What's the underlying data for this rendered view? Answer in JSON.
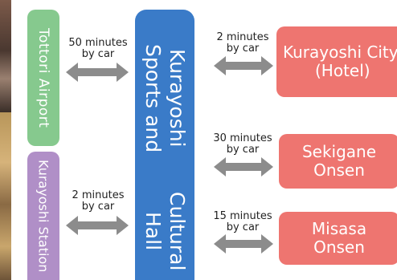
{
  "left_nodes": {
    "airport": "Tottori Airport",
    "station": "Kurayoshi Station"
  },
  "center_node": {
    "line1": "Kurayoshi Sports and",
    "line2": "Cultural Hall"
  },
  "destinations": {
    "city": {
      "line1": "Kurayoshi City",
      "line2": "(Hotel)"
    },
    "sekigane": {
      "line1": "Sekigane",
      "line2": "Onsen"
    },
    "misasa": {
      "line1": "Misasa",
      "line2": "Onsen"
    }
  },
  "travel_times": {
    "airport_to_hall": {
      "duration": "50 minutes",
      "mode": "by car"
    },
    "station_to_hall": {
      "duration": "2 minutes",
      "mode": "by car"
    },
    "hall_to_city": {
      "duration": "2 minutes",
      "mode": "by car"
    },
    "hall_to_sekigane": {
      "duration": "30 minutes",
      "mode": "by car"
    },
    "hall_to_misasa": {
      "duration": "15 minutes",
      "mode": "by car"
    }
  },
  "colors": {
    "airport_node": "#86c98e",
    "station_node": "#b08fc7",
    "hall_node": "#3a7bc8",
    "destination_node": "#ee7570",
    "arrow": "#8c8c8c"
  }
}
